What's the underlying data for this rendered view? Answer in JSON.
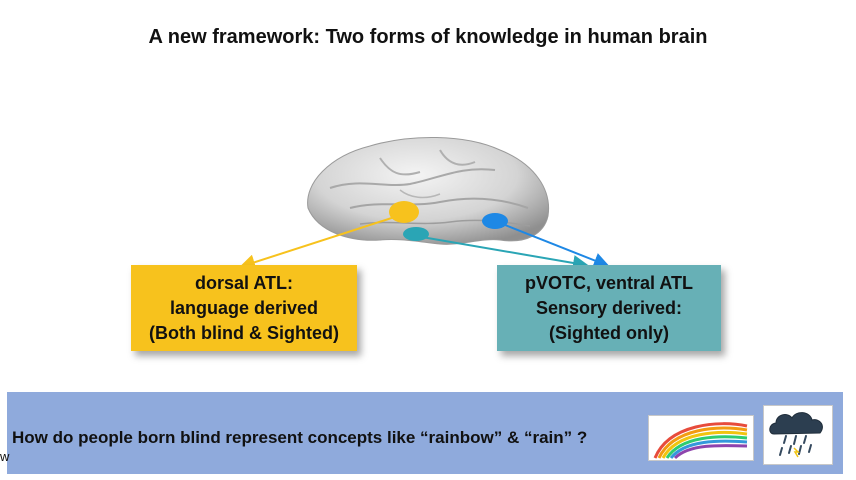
{
  "slide": {
    "title": "A new framework: Two forms of knowledge in human brain"
  },
  "boxes": {
    "left": {
      "line1": "dorsal ATL:",
      "line2": "language derived",
      "line3": "(Both blind & Sighted)",
      "color": "#f7c21d"
    },
    "right": {
      "line1": "pVOTC, ventral ATL",
      "line2": "Sensory derived:",
      "line3": "(Sighted only)",
      "color": "#67b0b6"
    }
  },
  "markers": {
    "yellow": "#f7c21d",
    "teal": "#2aa5b5",
    "blue": "#1e88e5"
  },
  "banner": {
    "question": "How do people born blind represent concepts like “rainbow” & “rain” ?",
    "edge_char": "w",
    "color": "#8faadc"
  },
  "icons": {
    "brain": "brain-lateral-view-icon",
    "rainbow": "rainbow-icon",
    "rain": "rain-cloud-icon"
  }
}
